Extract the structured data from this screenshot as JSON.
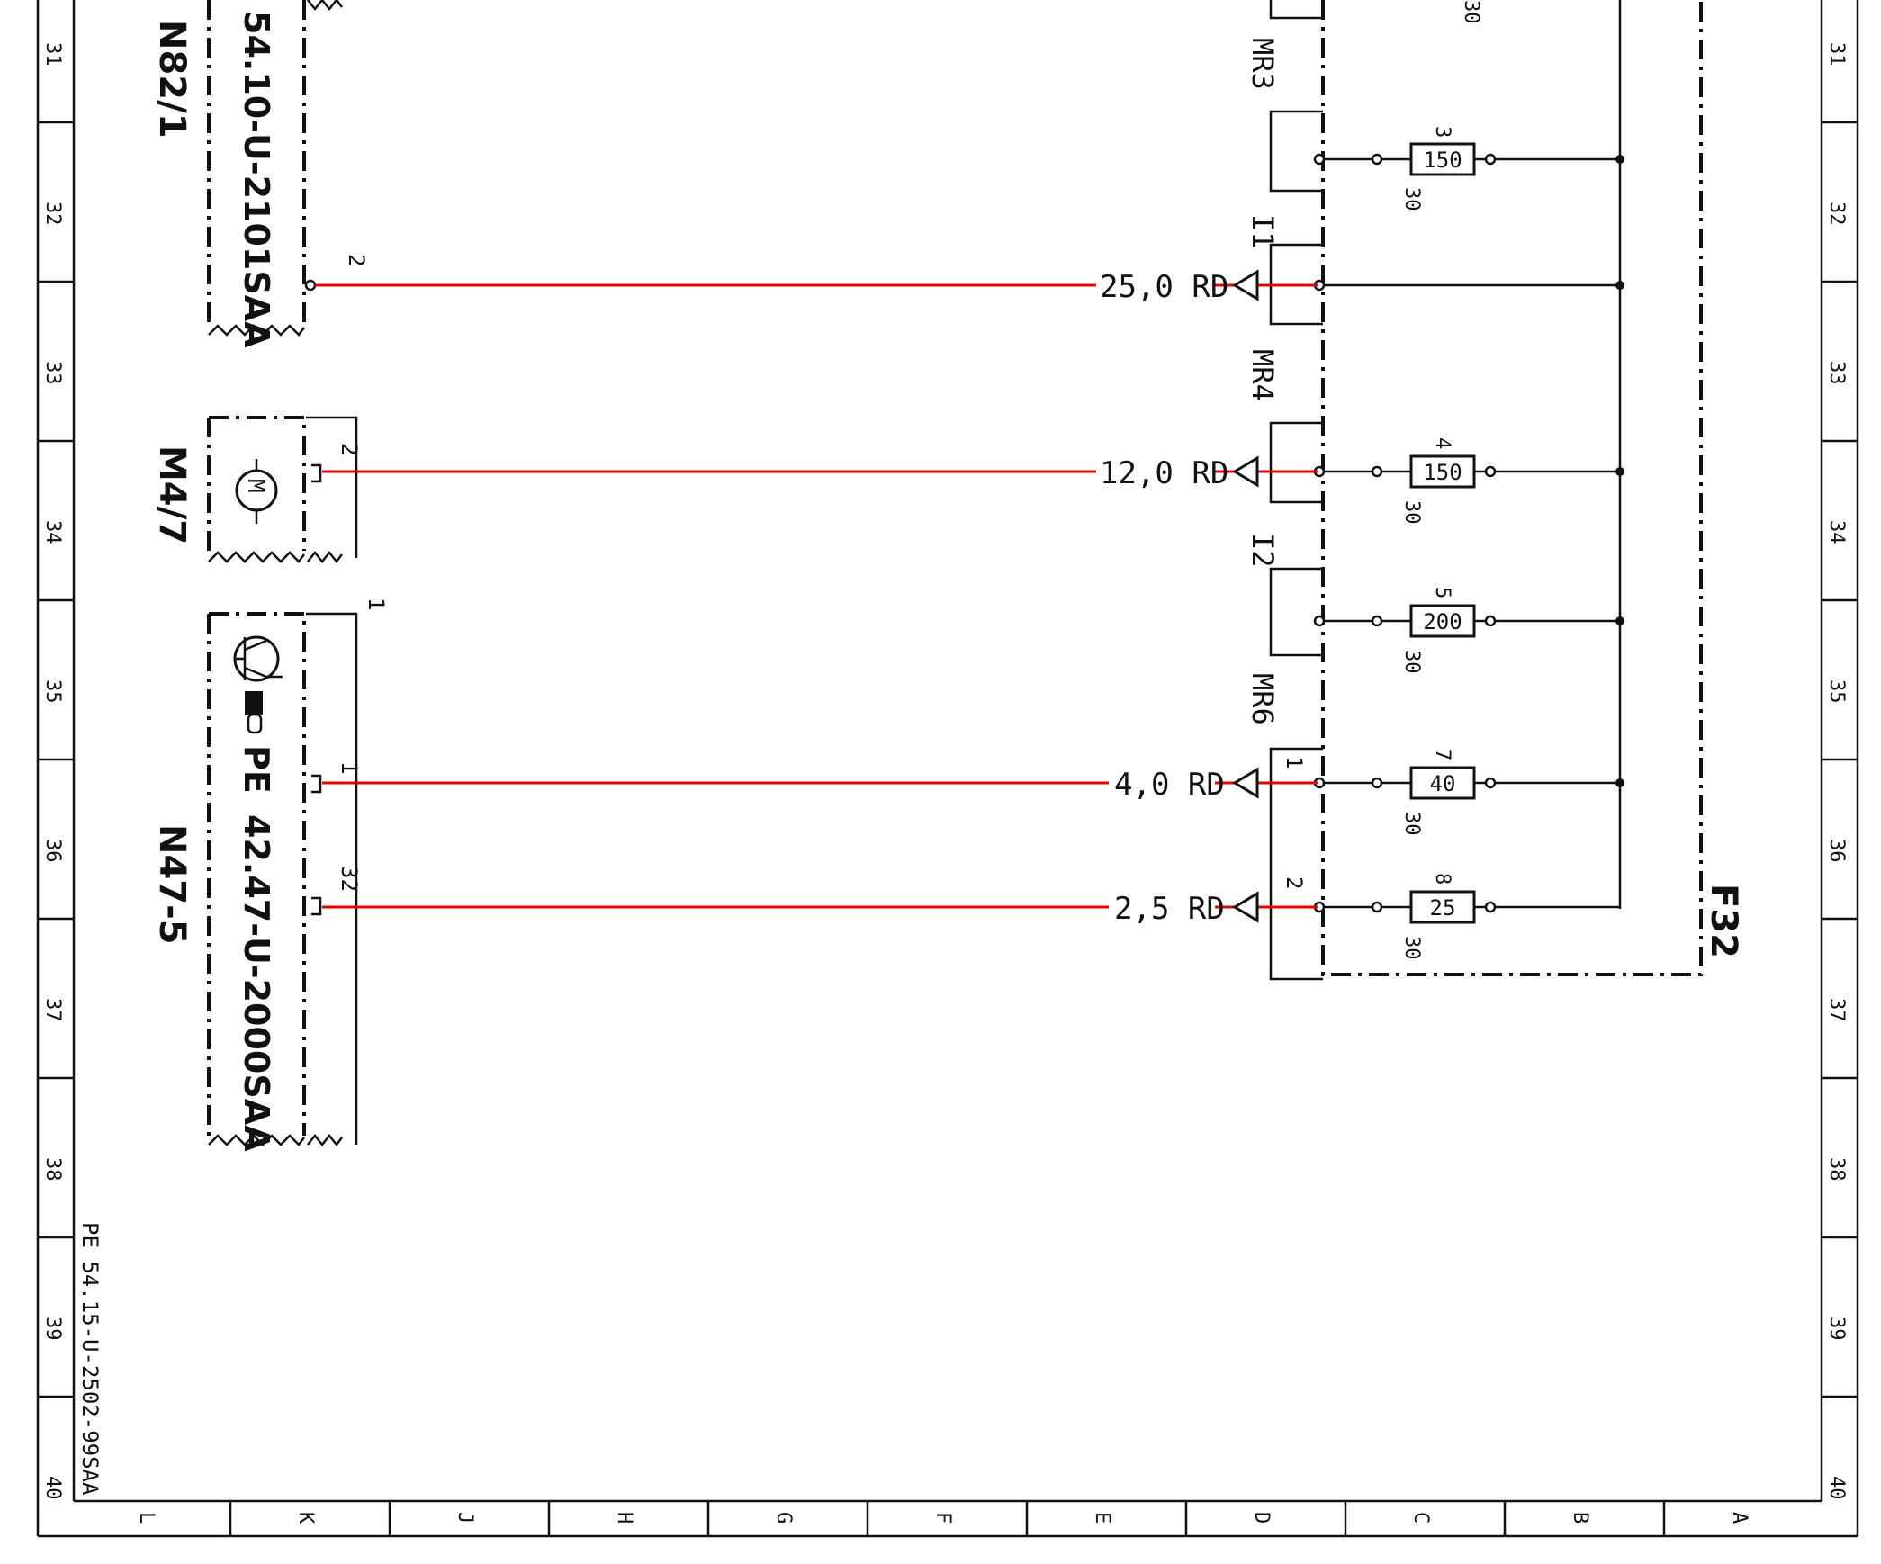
{
  "frame": {
    "row_labels": [
      "31",
      "32",
      "33",
      "34",
      "35",
      "36",
      "37",
      "38",
      "39",
      "40"
    ],
    "col_labels": [
      "L",
      "K",
      "J",
      "H",
      "G",
      "F",
      "E",
      "D",
      "C",
      "B",
      "A"
    ],
    "drawing_number": "PE 54.15-U-2502-99SAA"
  },
  "components": {
    "n82_1": {
      "ref": "N82/1",
      "part": "54.10-U-2101SAA",
      "pin": "2"
    },
    "m4_7": {
      "ref": "M4/7",
      "pin": "2",
      "motor_symbol": "M"
    },
    "n47_5": {
      "ref": "N47-5",
      "part": "42.47-U-2000SAA",
      "prefix": "PE",
      "pin_top": "1",
      "pin_a": "1",
      "pin_b": "32"
    },
    "f32": {
      "ref": "F32",
      "connectors": [
        {
          "name": "MR3"
        },
        {
          "name": "I1"
        },
        {
          "name": "MR4"
        },
        {
          "name": "I2"
        },
        {
          "name": "MR6",
          "pins": [
            "1",
            "2"
          ]
        }
      ],
      "fuses": [
        {
          "num": "3",
          "rating": "150",
          "term": "30"
        },
        {
          "num": "4",
          "rating": "150",
          "term": "30"
        },
        {
          "num": "5",
          "rating": "200",
          "term": "30"
        },
        {
          "num": "7",
          "rating": "40",
          "term": "30"
        },
        {
          "num": "8",
          "rating": "25",
          "term": "30"
        }
      ],
      "top_term": "30"
    }
  },
  "wires": [
    {
      "label": "25,0 RD",
      "color": "#e10600"
    },
    {
      "label": "12,0 RD",
      "color": "#e10600"
    },
    {
      "label": "4,0 RD",
      "color": "#e10600"
    },
    {
      "label": "2,5 RD",
      "color": "#e10600"
    }
  ]
}
